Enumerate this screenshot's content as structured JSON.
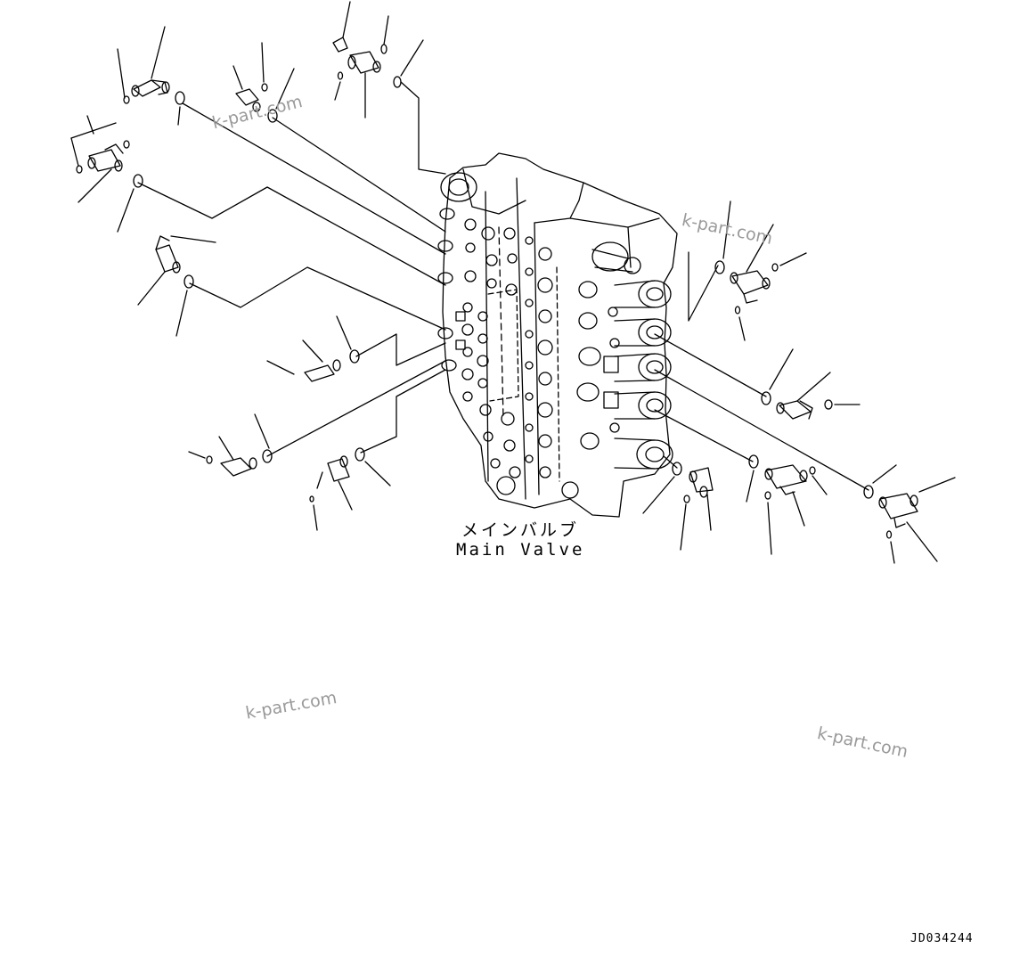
{
  "diagram": {
    "label_jp": "メインバルブ",
    "label_en": "Main Valve",
    "drawing_number": "JD034244",
    "watermark": "k-part.com"
  },
  "colors": {
    "line": "#000000",
    "watermark": "#9a9a9a",
    "background": "#ffffff"
  },
  "fittings": [
    "elbow-fitting",
    "elbow-fitting",
    "tee-fitting",
    "elbow-fitting",
    "elbow-fitting",
    "elbow-fitting",
    "elbow-fitting",
    "elbow-fitting",
    "tee-fitting",
    "elbow-fitting",
    "tee-fitting",
    "tee-fitting",
    "tee-fitting",
    "tee-fitting"
  ]
}
